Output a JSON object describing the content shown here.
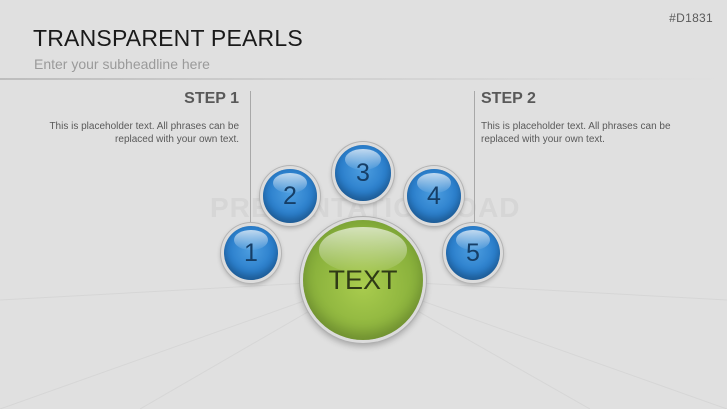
{
  "header": {
    "title": "TRANSPARENT PEARLS",
    "subtitle": "Enter your subheadline here",
    "code": "#D1831"
  },
  "steps": [
    {
      "title": "STEP 1",
      "text": "This is placeholder text. All phrases can be replaced with your own text."
    },
    {
      "title": "STEP 2",
      "text": "This is placeholder text. All phrases can be replaced with your own text."
    }
  ],
  "pearls": [
    "1",
    "2",
    "3",
    "4",
    "5"
  ],
  "center_label": "TEXT",
  "watermark": "PRESENTATIONLOAD",
  "colors": {
    "background": "#e0e0e0",
    "pearl_blue": "#2b7fcc",
    "pearl_green": "#8cb33d",
    "text_dark": "#595959"
  }
}
